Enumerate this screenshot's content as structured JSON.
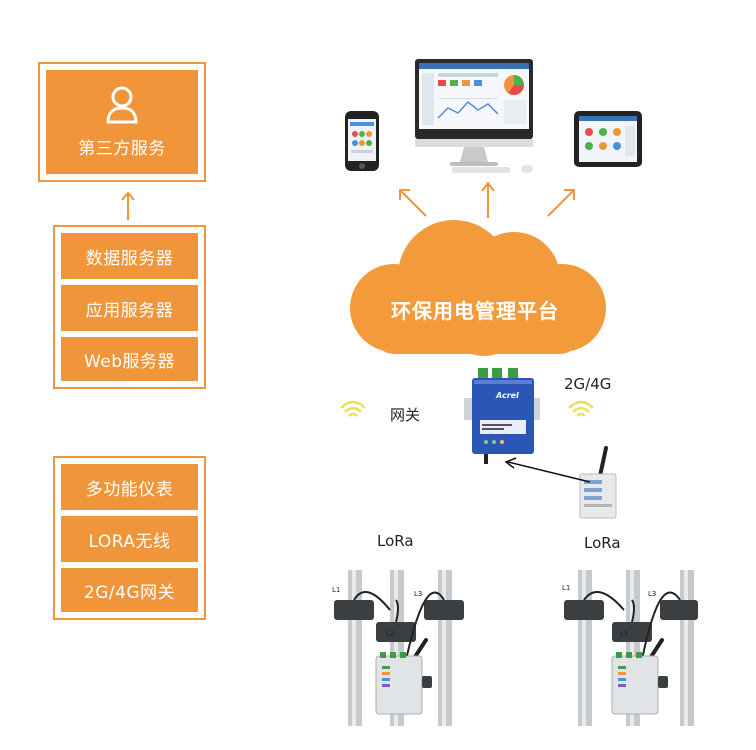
{
  "left_panel": {
    "third_party": {
      "label": "第三方服务",
      "icon": "user-icon"
    },
    "servers": [
      "数据服务器",
      "应用服务器",
      "Web服务器"
    ],
    "field": [
      "多功能仪表",
      "LORA无线",
      "2G/4G网关"
    ]
  },
  "diagram": {
    "cloud_label": "环保用电管理平台",
    "gateway_label": "网关",
    "network_label": "2G/4G",
    "lora_labels": [
      "LoRa",
      "LoRa"
    ],
    "meter_line_labels": [
      "L1",
      "L2",
      "L3"
    ],
    "device_brand": "Acrel"
  },
  "colors": {
    "accent": "#f0953a",
    "cloud": "#f39a3b",
    "signal": "#e9e15c"
  }
}
